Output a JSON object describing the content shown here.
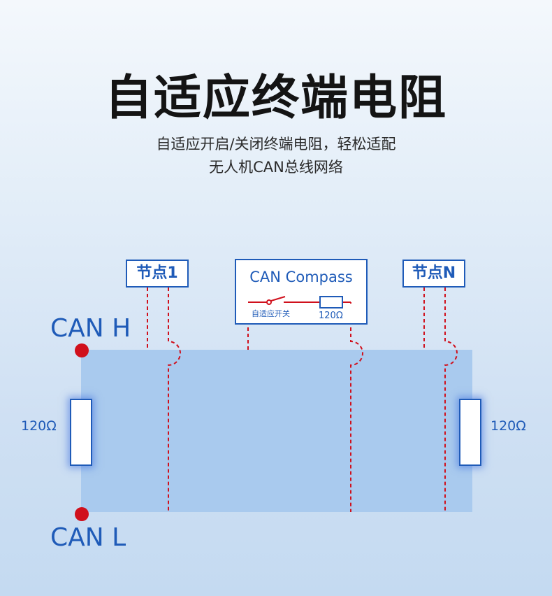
{
  "header": {
    "title": "自适应终端电阻",
    "subtitle_line1": "自适应开启/关闭终端电阻，轻松适配",
    "subtitle_line2": "无人机CAN总线网络"
  },
  "diagram": {
    "node_first": "节点1",
    "node_last": "节点N",
    "compass_title": "CAN Compass",
    "compass_switch_label": "自适应开关",
    "compass_resistor_label": "120Ω",
    "can_high_label": "CAN H",
    "can_low_label": "CAN L",
    "left_resistor_label": "120Ω",
    "right_resistor_label": "120Ω"
  },
  "colors": {
    "accent_blue": "#1f5bb8",
    "wire_red": "#d0101c",
    "bus_band": "#a9caee"
  }
}
